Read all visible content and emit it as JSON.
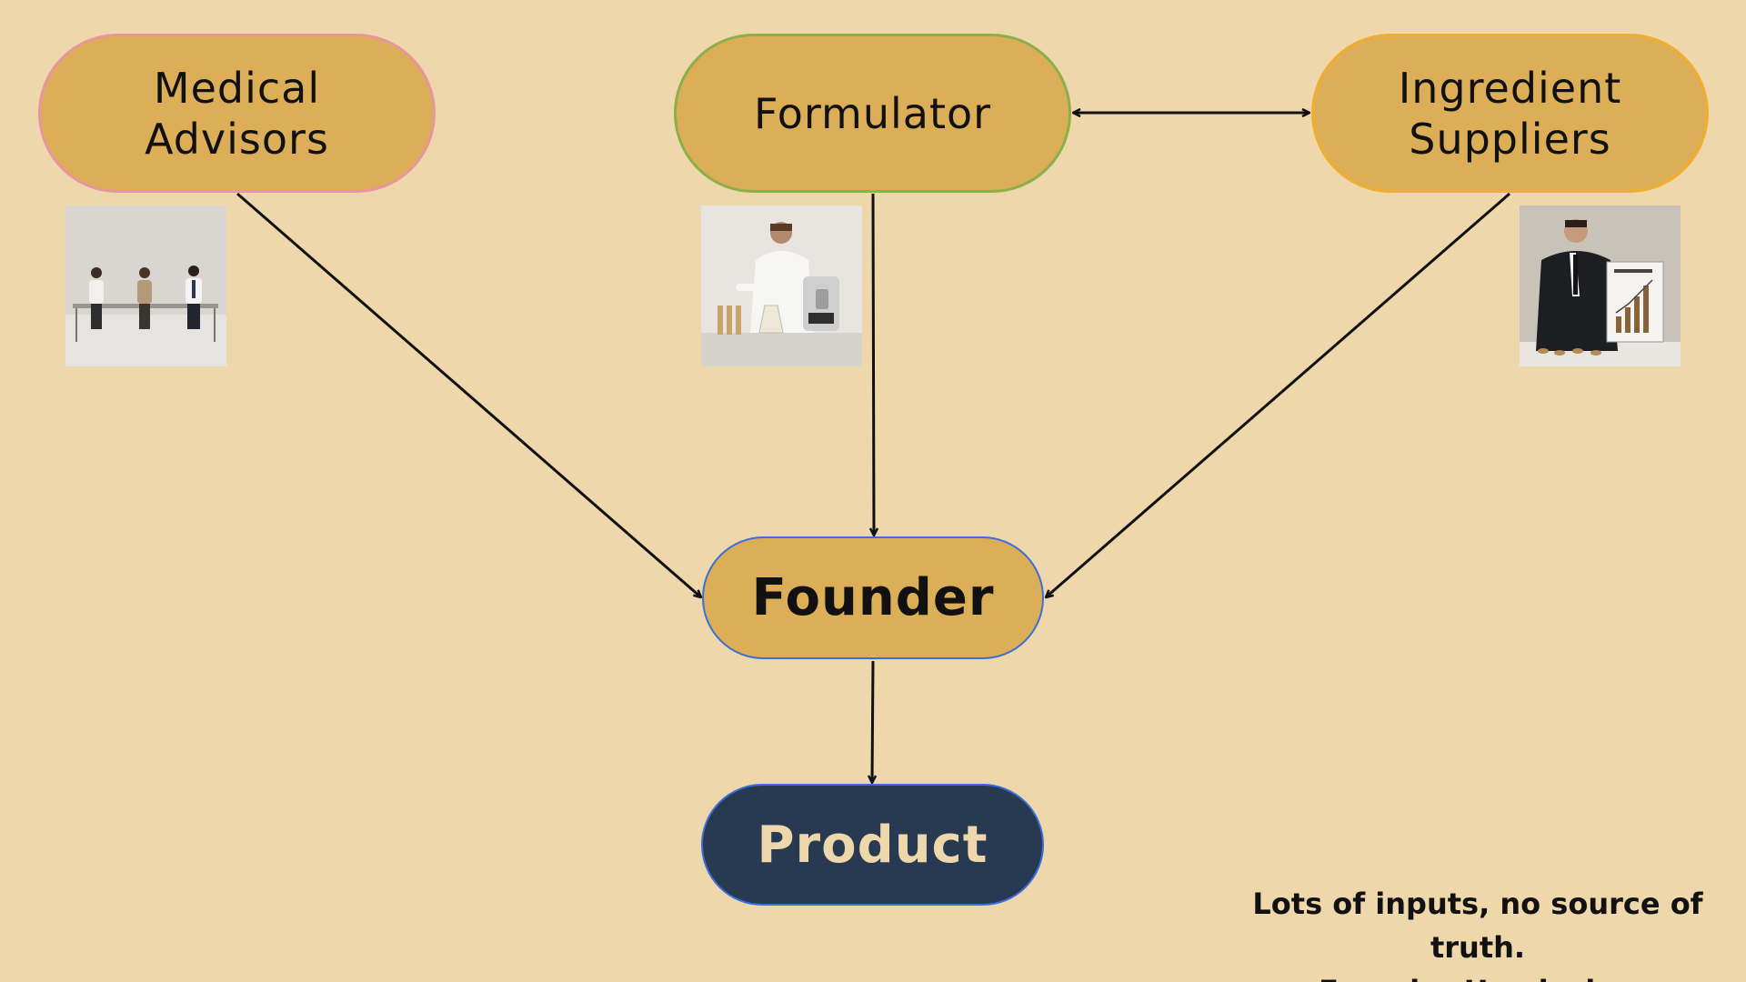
{
  "nodes": {
    "medical_advisors": "Medical\nAdvisors",
    "formulator": "Formulator",
    "ingredient_suppliers": "Ingredient\nSuppliers",
    "founder": "Founder",
    "product": "Product"
  },
  "caption": "Lots of inputs, no source of truth.\nFounder Headache.",
  "colors": {
    "background": "#edd7ab",
    "node_fill": "#ddae58",
    "product_fill": "#273a52",
    "medical_border": "#e8959f",
    "formulator_border": "#8bb04a",
    "suppliers_border": "#f0ad2e",
    "founder_border": "#3a6fd8"
  }
}
